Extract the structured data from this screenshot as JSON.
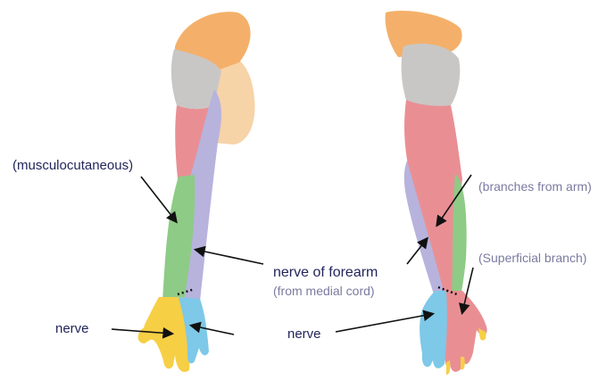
{
  "labels": {
    "musculocutaneous": "(musculocutaneous)",
    "branches_from_arm": "(branches from arm)",
    "nerve_of_forearm": "nerve of forearm",
    "from_medial_cord": "(from medial cord)",
    "superficial_branch": "(Superficial branch)",
    "nerve_left": "nerve",
    "nerve_right": "nerve"
  },
  "colors": {
    "skin_shoulder": "#f4b06a",
    "skin_body": "#f7d3a8",
    "axillary_gray": "#c9c7c5",
    "pink": "#e98f94",
    "green": "#8ecb86",
    "lavender": "#b7b3dd",
    "yellow": "#f6cf45",
    "blue": "#7ec8e8",
    "label_dark": "#22255a",
    "label_muted": "#7a7aa0"
  }
}
